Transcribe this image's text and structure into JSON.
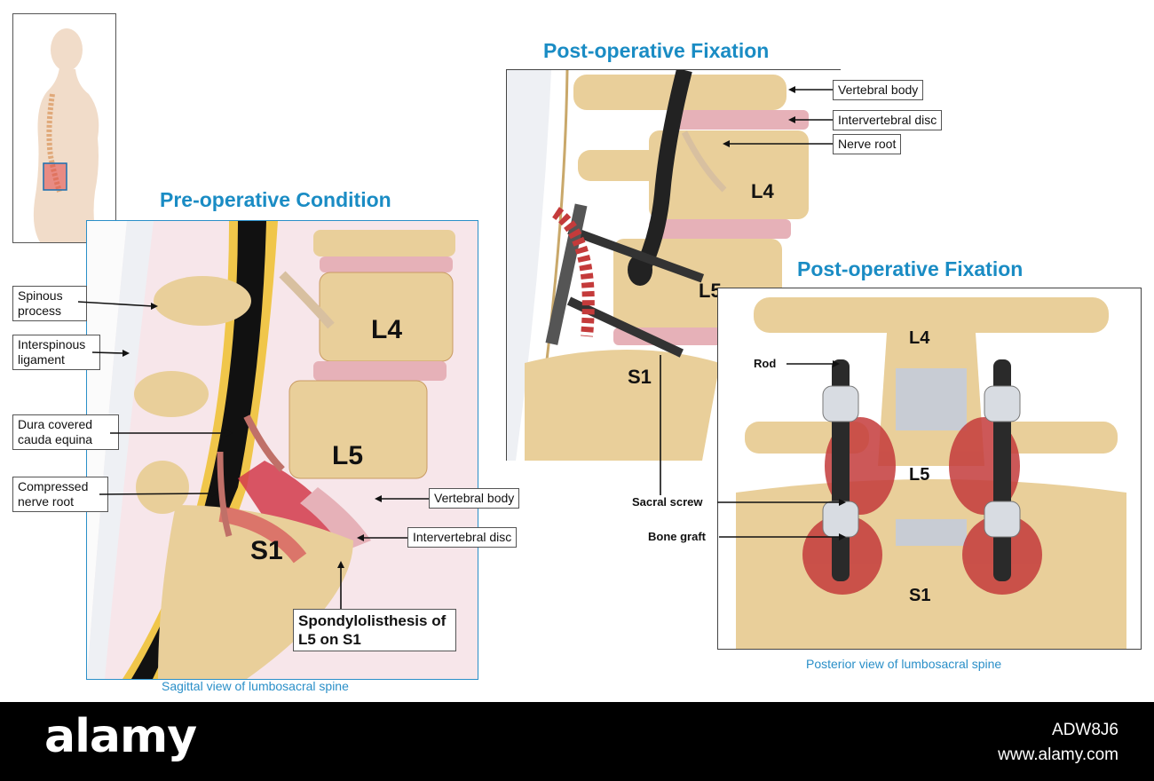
{
  "titles": {
    "pre": "Pre-operative Condition",
    "post_side": "Post-operative Fixation",
    "post_back": "Post-operative Fixation"
  },
  "captions": {
    "sagittal": "Sagittal view of lumbosacral spine",
    "posterior": "Posterior view of lumbosacral spine"
  },
  "pre_labels": {
    "spinous": "Spinous process",
    "interspinous": "Interspinous ligament",
    "dura": "Dura covered cauda equina",
    "compressed": "Compressed nerve root",
    "vertebral_body": "Vertebral body",
    "disc": "Intervertebral disc",
    "spondy": "Spondylolisthesis of L5 on S1"
  },
  "pre_vertebrae": {
    "l4": "L4",
    "l5": "L5",
    "s1": "S1"
  },
  "side_labels": {
    "vertebral_body": "Vertebral body",
    "disc": "Intervertebral disc",
    "nerve_root": "Nerve root",
    "sacral_screw": "Sacral screw"
  },
  "side_vertebrae": {
    "l4": "L4",
    "l5": "L5",
    "s1": "S1"
  },
  "back_labels": {
    "rod": "Rod",
    "bone_graft": "Bone graft"
  },
  "back_vertebrae": {
    "l4": "L4",
    "l5": "L5",
    "s1": "S1"
  },
  "footer": {
    "brand": "alamy",
    "code": "ADW8J6",
    "url": "www.alamy.com"
  },
  "colors": {
    "title_blue": "#1a8cc4",
    "bone": "#e9cf9a",
    "bone_inner": "#d8b27a",
    "disc": "#e6b1b8",
    "inflamed": "#d2394b",
    "dura": "#111111",
    "pre_bg": "#f7e6ea"
  }
}
